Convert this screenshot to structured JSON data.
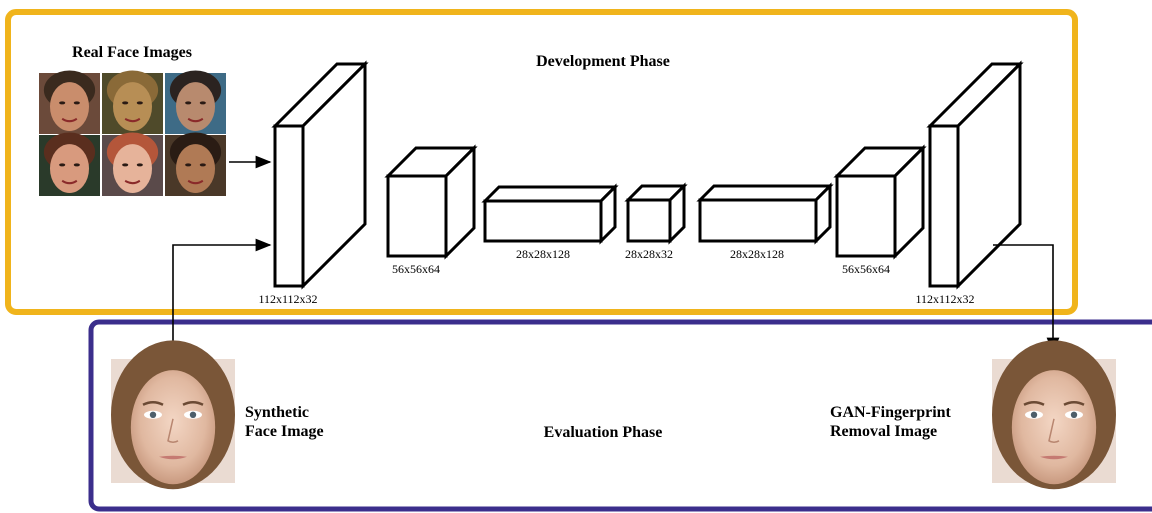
{
  "development": {
    "title": "Development Phase",
    "border_color": "#f0b41c",
    "real_faces_label": "Real Face Images",
    "face_grid": [
      {
        "skin": "#c98d6c",
        "hair": "#3a2a1e",
        "bg": "#6b4a3a"
      },
      {
        "skin": "#b78e55",
        "hair": "#8a6a38",
        "bg": "#4f4a2a"
      },
      {
        "skin": "#b88a6e",
        "hair": "#2b2320",
        "bg": "#3e6b86"
      },
      {
        "skin": "#d89a7e",
        "hair": "#5a2e1e",
        "bg": "#2a3a2a"
      },
      {
        "skin": "#e6b39a",
        "hair": "#b4563a",
        "bg": "#5a4a4a"
      },
      {
        "skin": "#b07a55",
        "hair": "#2a1c14",
        "bg": "#4a3828"
      }
    ]
  },
  "evaluation": {
    "title": "Evaluation Phase",
    "border_color": "#3b2e8c",
    "synthetic_label": [
      "Synthetic",
      "Face Image"
    ],
    "output_label": [
      "GAN-Fingerprint",
      "Removal Image"
    ]
  },
  "network": {
    "layers": [
      {
        "dims": "112x112x32"
      },
      {
        "dims": "56x56x64"
      },
      {
        "dims": "28x28x128"
      },
      {
        "dims": "28x28x32"
      },
      {
        "dims": "28x28x128"
      },
      {
        "dims": "56x56x64"
      },
      {
        "dims": "112x112x32"
      }
    ]
  }
}
